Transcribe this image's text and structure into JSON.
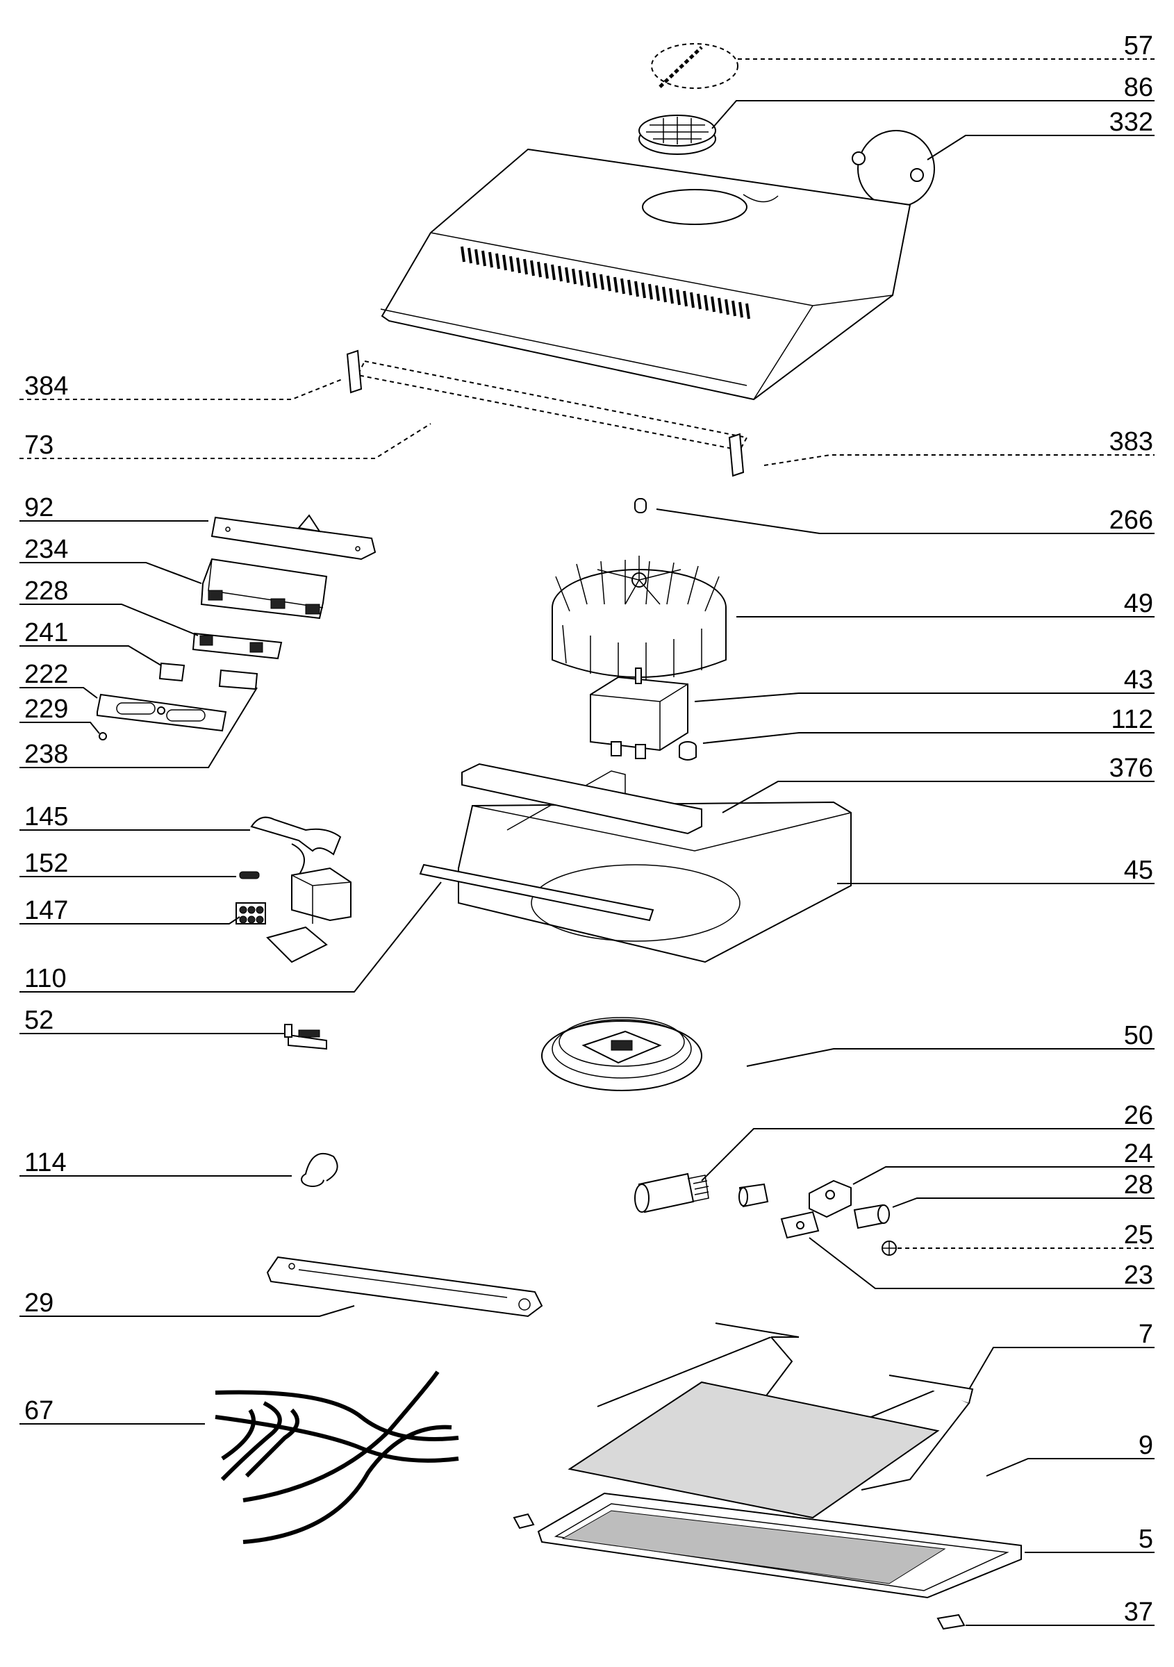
{
  "diagram": {
    "labels": {
      "p57": "57",
      "p86": "86",
      "p332": "332",
      "p384": "384",
      "p73": "73",
      "p383": "383",
      "p92": "92",
      "p266": "266",
      "p234": "234",
      "p228": "228",
      "p49": "49",
      "p241": "241",
      "p43": "43",
      "p222": "222",
      "p112": "112",
      "p229": "229",
      "p238": "238",
      "p376": "376",
      "p145": "145",
      "p152": "152",
      "p45": "45",
      "p147": "147",
      "p110": "110",
      "p52": "52",
      "p50": "50",
      "p26": "26",
      "p24": "24",
      "p114": "114",
      "p28": "28",
      "p25": "25",
      "p23": "23",
      "p29": "29",
      "p7": "7",
      "p67": "67",
      "p9": "9",
      "p5": "5",
      "p37": "37"
    }
  }
}
